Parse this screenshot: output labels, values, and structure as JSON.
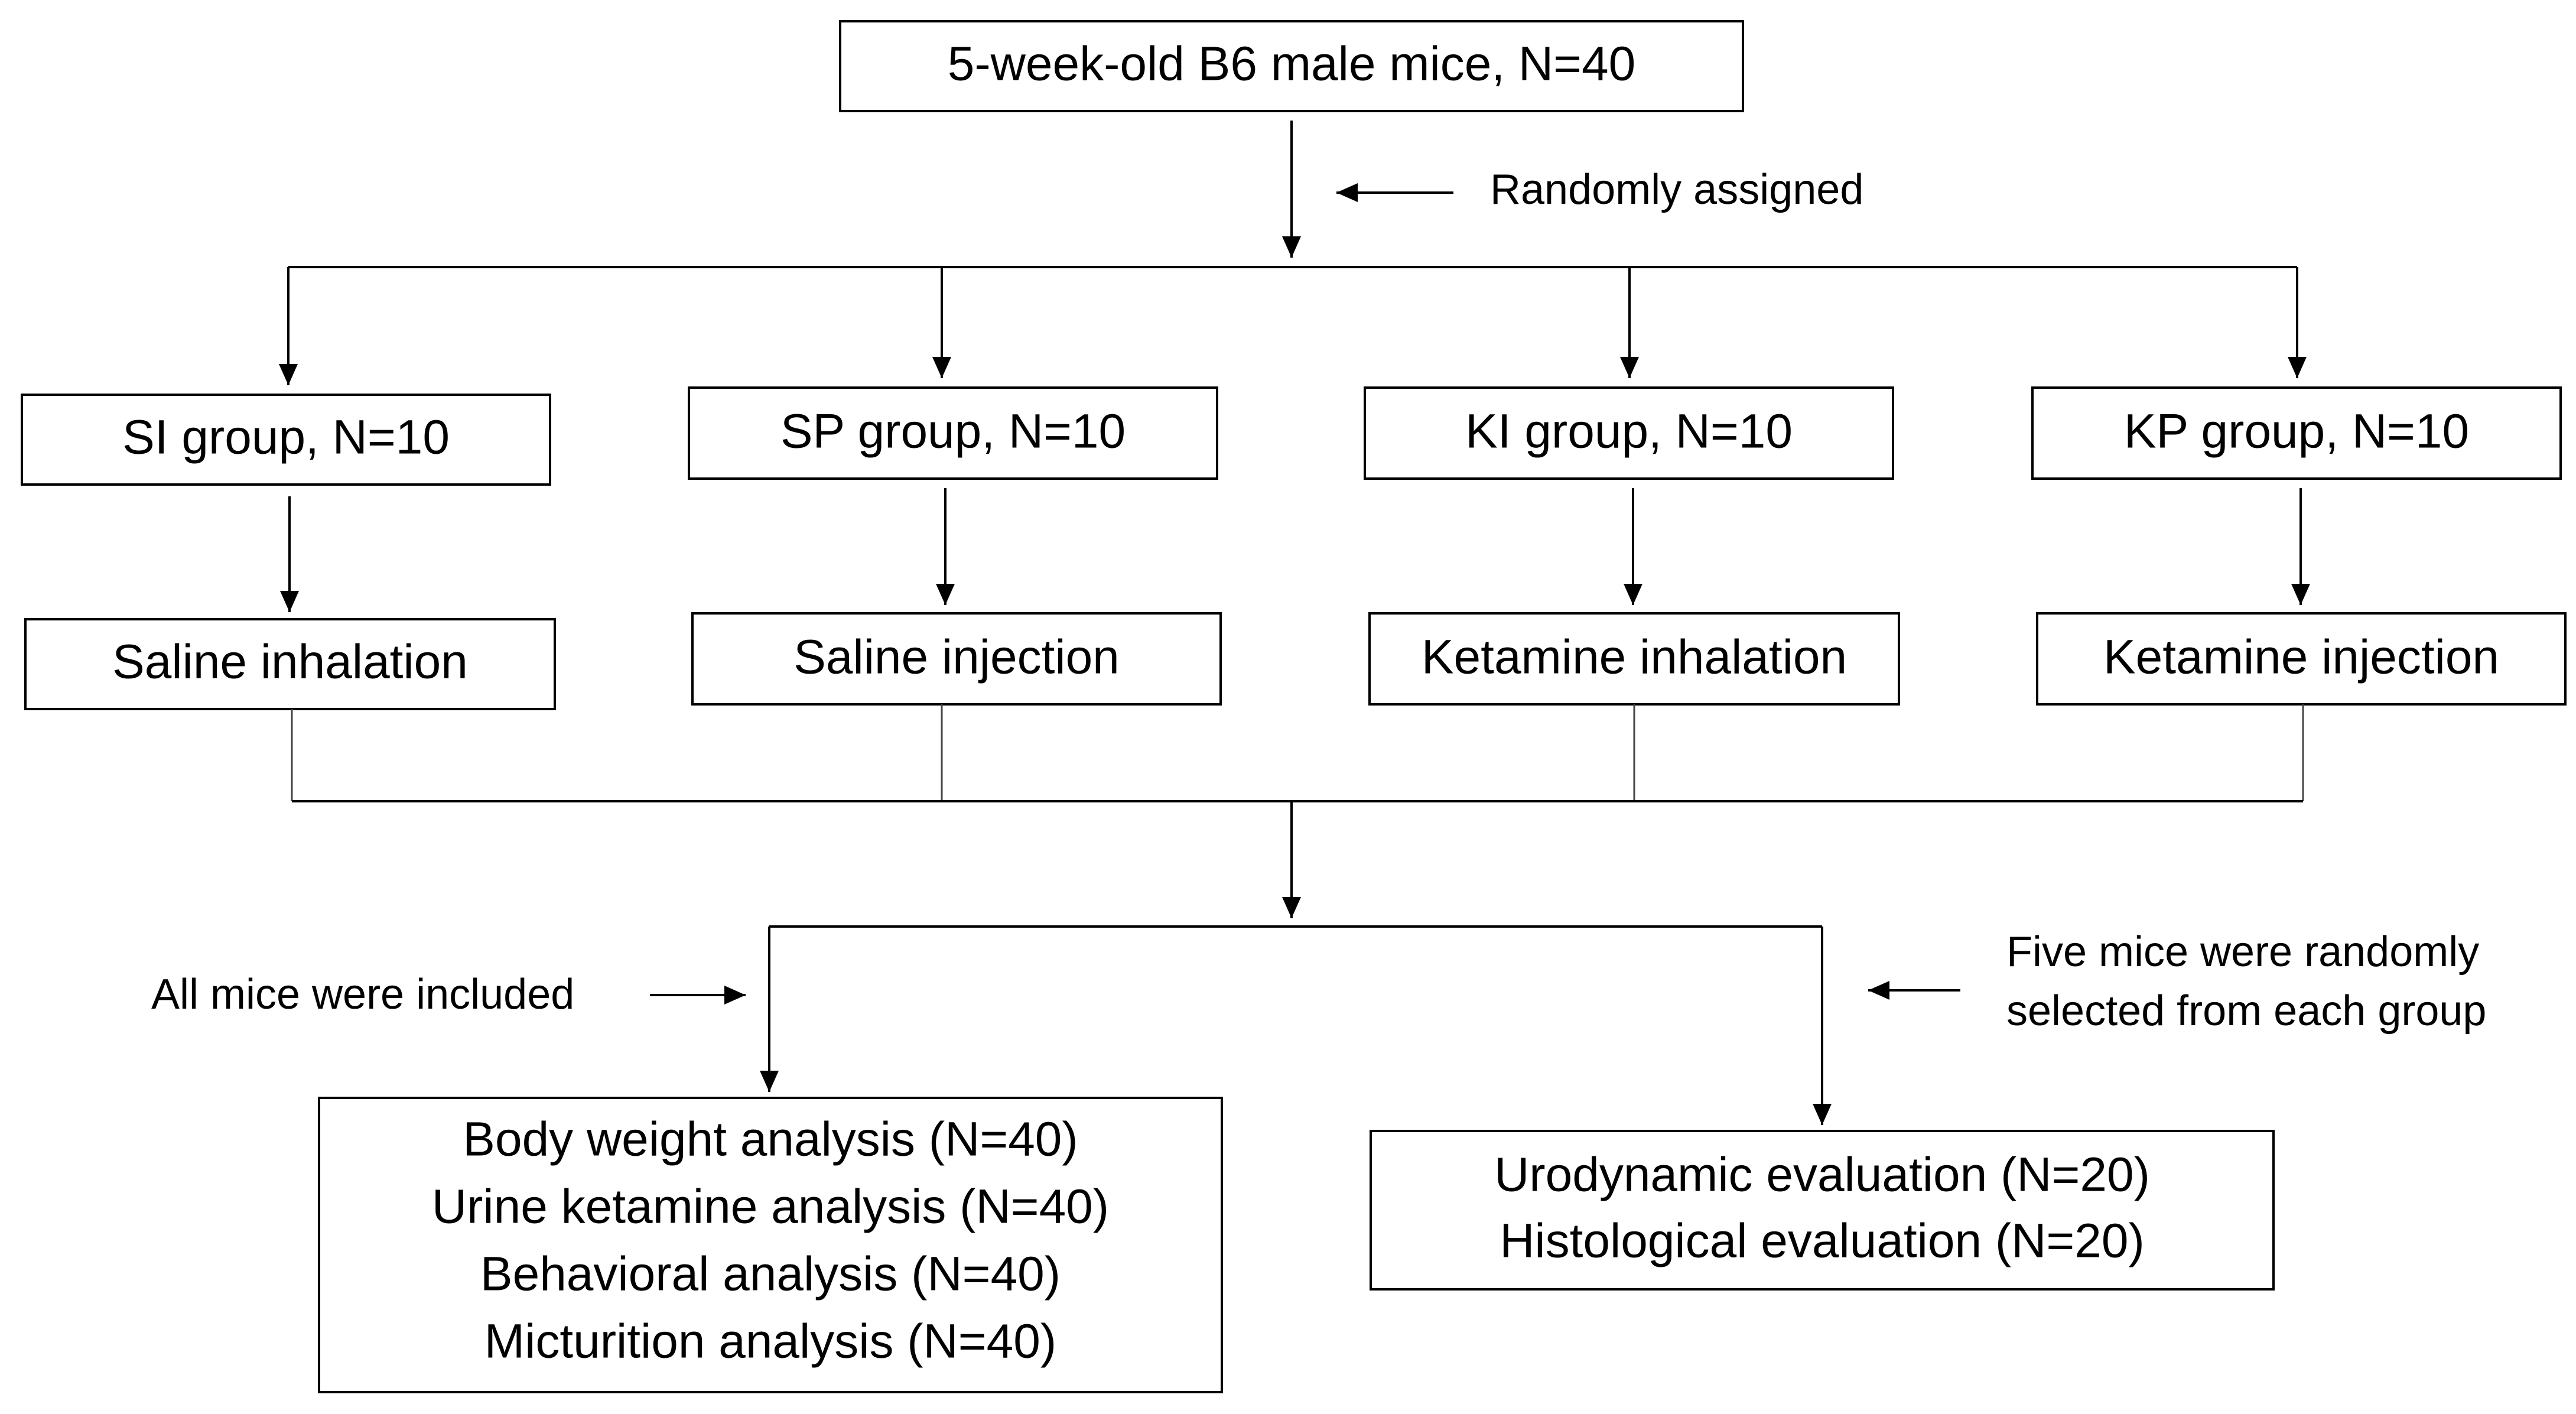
{
  "top": {
    "label": "5-week-old B6 male mice, N=40"
  },
  "assign_note": "Randomly assigned",
  "groups": [
    {
      "label": "SI group, N=10",
      "treatment": "Saline inhalation"
    },
    {
      "label": "SP group, N=10",
      "treatment": "Saline injection"
    },
    {
      "label": "KI group, N=10",
      "treatment": "Ketamine inhalation"
    },
    {
      "label": "KP group, N=10",
      "treatment": "Ketamine injection"
    }
  ],
  "left_note": "All mice were included",
  "right_note": [
    "Five mice were randomly",
    "selected from each group"
  ],
  "left_outcomes": [
    "Body weight analysis (N=40)",
    "Urine ketamine analysis (N=40)",
    "Behavioral analysis (N=40)",
    "Micturition analysis (N=40)"
  ],
  "right_outcomes": [
    "Urodynamic evaluation (N=20)",
    "Histological evaluation (N=20)"
  ]
}
